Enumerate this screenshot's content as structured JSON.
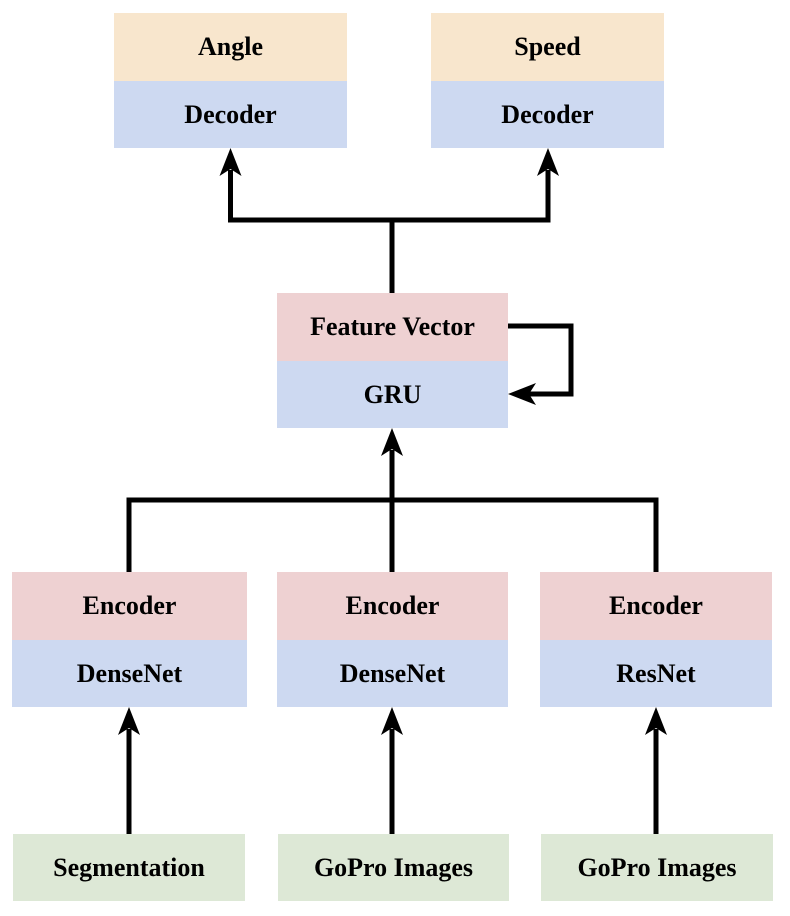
{
  "colors": {
    "tan": "#f8e6cd",
    "blue": "#cdd9f1",
    "pink": "#eed1d2",
    "green": "#dde8d6",
    "line": "#000000"
  },
  "nodes": {
    "angle_decoder": {
      "top": "Angle",
      "bottom": "Decoder"
    },
    "speed_decoder": {
      "top": "Speed",
      "bottom": "Decoder"
    },
    "gru": {
      "top": "Feature Vector",
      "bottom": "GRU"
    },
    "encoder_left": {
      "top": "Encoder",
      "bottom": "DenseNet"
    },
    "encoder_mid": {
      "top": "Encoder",
      "bottom": "DenseNet"
    },
    "encoder_right": {
      "top": "Encoder",
      "bottom": "ResNet"
    },
    "input_left": {
      "label": "Segmentation"
    },
    "input_mid": {
      "label": "GoPro Images"
    },
    "input_right": {
      "label": "GoPro Images"
    }
  }
}
